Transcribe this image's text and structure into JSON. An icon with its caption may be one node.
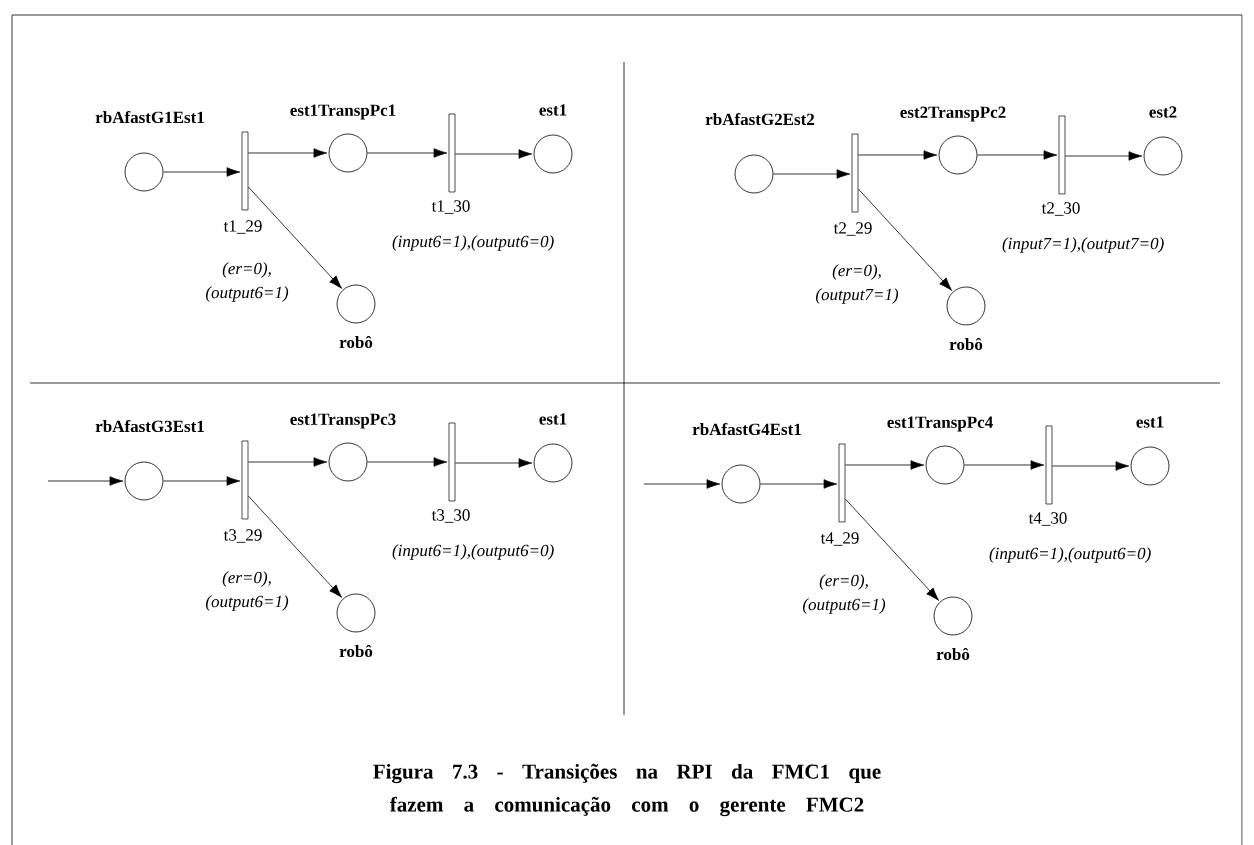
{
  "diagram": {
    "caption": "Figura 7.3 - Transições na RPI da FMC1 que fazem a comunicação com o gerente FMC2",
    "nodes": [
      {
        "text": [
          "rbAfastG1Est1"
        ]
      },
      {
        "text": [
          "t1_29"
        ]
      },
      {
        "text": [
          "est1TranspPc1"
        ]
      },
      {
        "text": [
          "t1_30"
        ],
        "beside": [
          "(input6=1),(output6=0)"
        ]
      },
      {
        "text": [
          "est1"
        ]
      },
      {
        "text": [
          "robô"
        ]
      },
      {
        "text": [
          "rbAfastG2Est2"
        ]
      },
      {
        "text": [
          "t2_29"
        ]
      },
      {
        "text": [
          "est2TranspPc2"
        ]
      },
      {
        "text": [
          "t2_30"
        ],
        "beside": [
          "(input7=1),(output7=0)"
        ]
      },
      {
        "text": [
          "est2"
        ]
      },
      {
        "text": [
          "robô"
        ]
      },
      {
        "text": [
          "rbAfastG3Est1"
        ]
      },
      {
        "text": [
          "t3_29"
        ]
      },
      {
        "text": [
          "est1TranspPc3"
        ]
      },
      {
        "text": [
          "t3_30"
        ],
        "beside": [
          "(input6=1),(output6=0)"
        ]
      },
      {
        "text": [
          "est1"
        ]
      },
      {
        "text": [
          "robô"
        ]
      },
      {
        "text": [
          "rbAfastG4Est1"
        ]
      },
      {
        "text": [
          "t4_29"
        ]
      },
      {
        "text": [
          "est1TranspPc4"
        ]
      },
      {
        "text": [
          "t4_30"
        ],
        "beside": [
          "(input6=1),(output6=0)"
        ]
      },
      {
        "text": [
          "est1"
        ]
      },
      {
        "text": [
          "robô"
        ]
      }
    ],
    "edges": [
      {
        "from": 0,
        "to": 1,
        "arrow": "to"
      },
      {
        "from": 1,
        "to": 2,
        "arrow": "to"
      },
      {
        "from": 1,
        "to": 5,
        "arrow": "to"
      },
      {
        "from": 2,
        "to": 3,
        "arrow": "to"
      },
      {
        "from": 3,
        "to": 4,
        "arrow": "to"
      },
      {
        "from": 6,
        "to": 7,
        "arrow": "to"
      },
      {
        "from": 7,
        "to": 8,
        "arrow": "to"
      },
      {
        "from": 7,
        "to": 11,
        "arrow": "to"
      },
      {
        "from": 8,
        "to": 9,
        "arrow": "to"
      },
      {
        "from": 9,
        "to": 10,
        "arrow": "to"
      },
      {
        "from": null,
        "to": 12,
        "arrow": "to"
      },
      {
        "from": 12,
        "to": 13,
        "arrow": "to"
      },
      {
        "from": 13,
        "to": 14,
        "arrow": "to"
      },
      {
        "from": 13,
        "to": 17,
        "arrow": "to"
      },
      {
        "from": 14,
        "to": 15,
        "arrow": "to"
      },
      {
        "from": 15,
        "to": 16,
        "arrow": "to"
      },
      {
        "from": null,
        "to": 18,
        "arrow": "to"
      },
      {
        "from": 18,
        "to": 19,
        "arrow": "to"
      },
      {
        "from": 19,
        "to": 20,
        "arrow": "to"
      },
      {
        "from": 19,
        "to": 23,
        "arrow": "to"
      },
      {
        "from": 20,
        "to": 21,
        "arrow": "to"
      },
      {
        "from": 21,
        "to": 22,
        "arrow": "to"
      }
    ],
    "labels": [
      "(er=0), (output6=1)",
      "(er=0), (output7=1)",
      "(er=0), (output6=1)",
      "(er=0), (output6=1)"
    ]
  }
}
